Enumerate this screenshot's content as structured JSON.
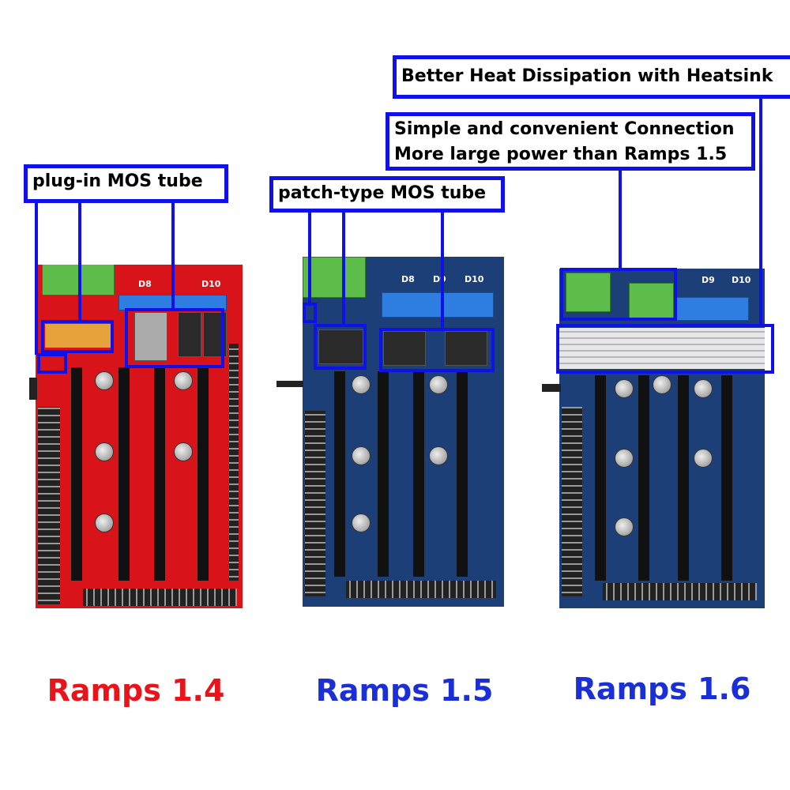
{
  "callouts": {
    "plug_in": "plug-in MOS tube",
    "patch_type": "patch-type MOS tube",
    "connection_line1": "Simple and convenient Connection",
    "connection_line2": "More large power than Ramps 1.5",
    "heatsink": "Better Heat Dissipation with Heatsink"
  },
  "boards": [
    {
      "name": "Ramps 1.4",
      "color": "#e8141a",
      "pcb": "#d8141a"
    },
    {
      "name": "Ramps 1.5",
      "color": "#1a2fd6",
      "pcb": "#1d3f78"
    },
    {
      "name": "Ramps 1.6",
      "color": "#1a2fd6",
      "pcb": "#1d3f78"
    }
  ],
  "silkscreen": {
    "d8": "D8",
    "d9": "D9",
    "d10": "D10"
  },
  "accent_color": "#1010e8"
}
